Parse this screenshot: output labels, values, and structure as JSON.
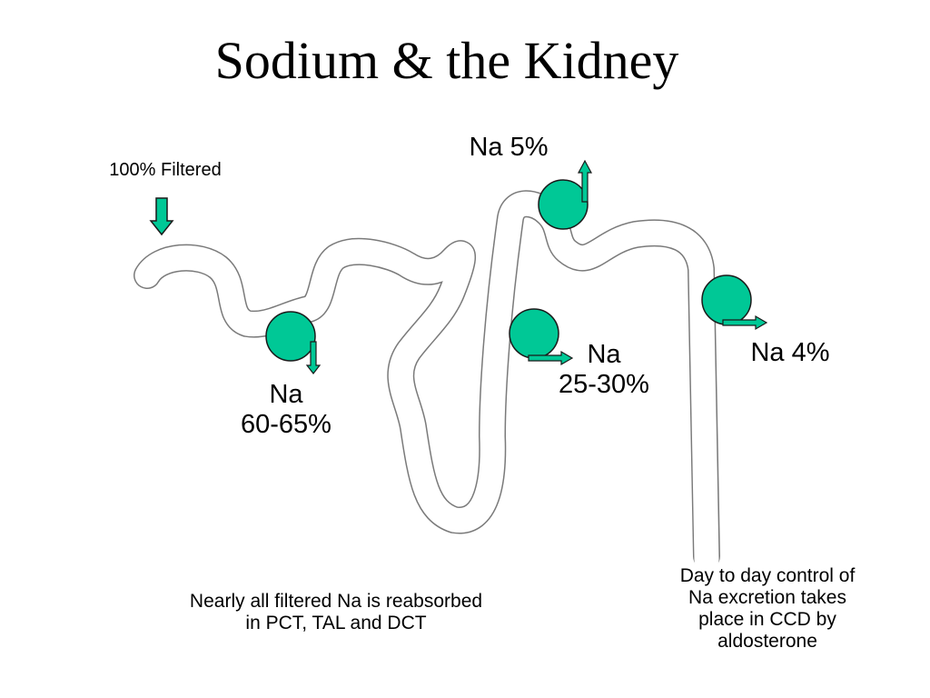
{
  "title": "Sodium & the Kidney",
  "labels": {
    "filtered": "100% Filtered",
    "na_dct": "Na 5%",
    "na_pct_1": "Na",
    "na_pct_2": "60-65%",
    "na_tal_1": "Na",
    "na_tal_2": "25-30%",
    "na_ccd": "Na 4%"
  },
  "captions": {
    "left_1": "Nearly all filtered Na is reabsorbed",
    "left_2": "in PCT, TAL and DCT",
    "right_1": "Day to day control of",
    "right_2": "Na excretion takes",
    "right_3": "place in CCD by",
    "right_4": "aldosterone"
  },
  "colors": {
    "transporter": "#00c896",
    "tubule_stroke": "#7a7a7a",
    "arrow_stroke": "#1a1a1a"
  }
}
